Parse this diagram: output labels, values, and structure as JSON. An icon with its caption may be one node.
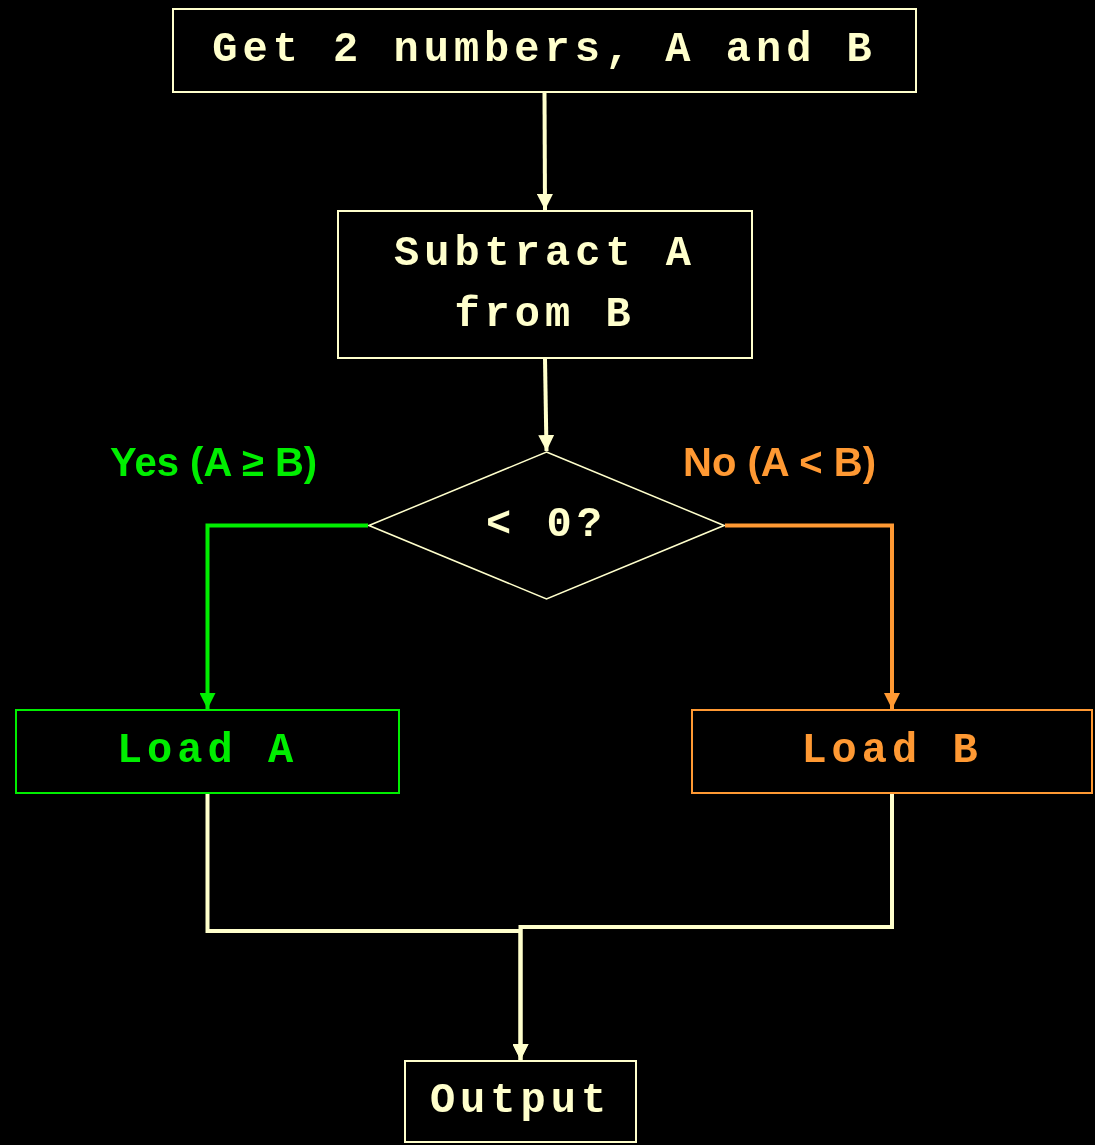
{
  "diagram": {
    "nodes": [
      {
        "text": [
          "Get 2 numbers, A and B"
        ]
      },
      {
        "text": [
          "Subtract A from B"
        ]
      },
      {
        "text": [
          "< 0?"
        ]
      },
      {
        "text": [
          "Load A"
        ]
      },
      {
        "text": [
          "Load B"
        ]
      },
      {
        "text": [
          "Output"
        ]
      }
    ],
    "edges": [
      {
        "from": 0,
        "to": 1,
        "arrow": "to"
      },
      {
        "from": 1,
        "to": 2,
        "arrow": "to"
      },
      {
        "from": 2,
        "to": 3,
        "arrow": "to",
        "label": "Yes (A ≥ B)",
        "color": "#00ee00"
      },
      {
        "from": 2,
        "to": 4,
        "arrow": "to",
        "label": "No (A < B)",
        "color": "#ff9933"
      },
      {
        "from": 3,
        "to": 5,
        "arrow": "to"
      },
      {
        "from": 4,
        "to": 5,
        "arrow": "to"
      }
    ]
  }
}
